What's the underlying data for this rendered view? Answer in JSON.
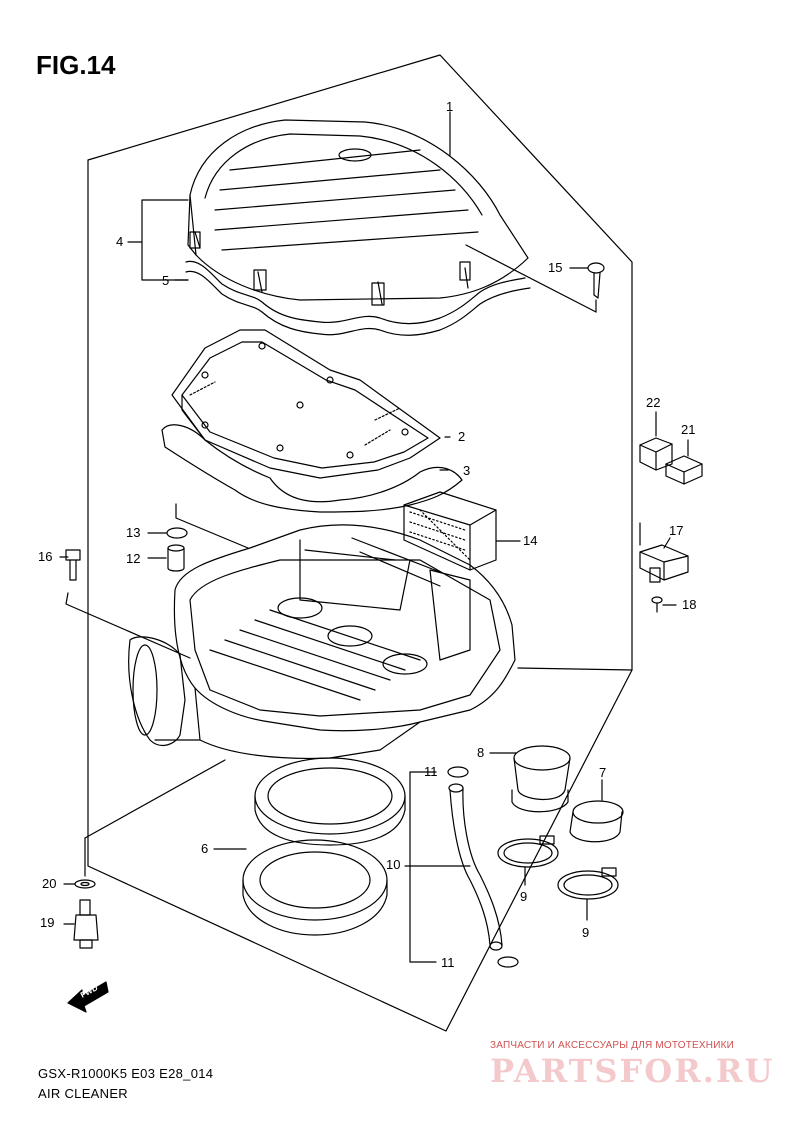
{
  "figure": {
    "title": "FIG.14",
    "model_code": "GSX-R1000K5 E03 E28_014",
    "section_name": "AIR CLEANER",
    "fwd_label": "FWD"
  },
  "callouts": [
    {
      "key": "c1",
      "text": "1"
    },
    {
      "key": "c2",
      "text": "2"
    },
    {
      "key": "c3",
      "text": "3"
    },
    {
      "key": "c4",
      "text": "4"
    },
    {
      "key": "c5",
      "text": "5"
    },
    {
      "key": "c6",
      "text": "6"
    },
    {
      "key": "c7",
      "text": "7"
    },
    {
      "key": "c8",
      "text": "8"
    },
    {
      "key": "c9a",
      "text": "9"
    },
    {
      "key": "c9b",
      "text": "9"
    },
    {
      "key": "c10",
      "text": "10"
    },
    {
      "key": "c11a",
      "text": "11"
    },
    {
      "key": "c11b",
      "text": "11"
    },
    {
      "key": "c12",
      "text": "12"
    },
    {
      "key": "c13",
      "text": "13"
    },
    {
      "key": "c14",
      "text": "14"
    },
    {
      "key": "c15",
      "text": "15"
    },
    {
      "key": "c16",
      "text": "16"
    },
    {
      "key": "c17",
      "text": "17"
    },
    {
      "key": "c18",
      "text": "18"
    },
    {
      "key": "c19",
      "text": "19"
    },
    {
      "key": "c20",
      "text": "20"
    },
    {
      "key": "c21",
      "text": "21"
    },
    {
      "key": "c22",
      "text": "22"
    }
  ],
  "watermark": {
    "line": "ЗАПЧАСТИ И АКСЕССУАРЫ ДЛЯ МОТОТЕХНИКИ",
    "logo": "PARTSFOR.RU"
  },
  "colors": {
    "line": "#000000",
    "watermark_text": "#d05050",
    "watermark_logo": "#f3c9cc"
  }
}
